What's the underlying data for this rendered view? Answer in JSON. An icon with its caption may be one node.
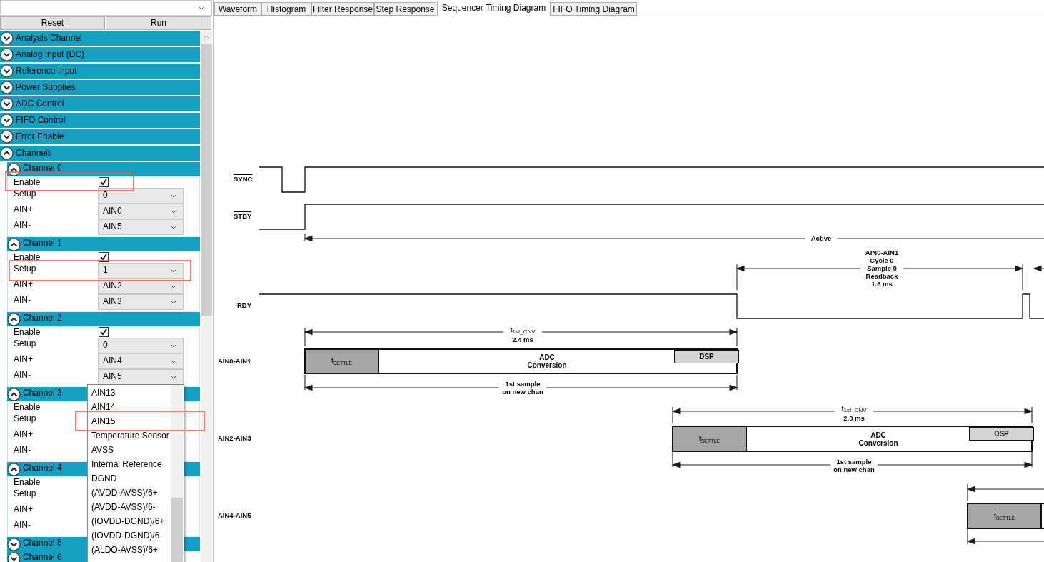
{
  "diagram": {
    "nodes": [
      {
        "text": [],
        "shape": "box"
      },
      {
        "text": [
          "Reset"
        ]
      },
      {
        "text": [
          "Run"
        ]
      },
      {
        "text": [
          "Analysis Channel"
        ]
      },
      {
        "text": [
          "Analog Input (DC)"
        ]
      },
      {
        "text": [
          "Reference Input"
        ]
      },
      {
        "text": [
          "Power Supplies"
        ]
      },
      {
        "text": [
          "ADC Control"
        ]
      },
      {
        "text": [
          "FIFO Control"
        ]
      },
      {
        "text": [
          "Error Enable"
        ]
      },
      {
        "text": [
          "Channels"
        ]
      },
      {
        "text": [
          "Channel 0"
        ]
      },
      {
        "text": [
          "0"
        ]
      },
      {
        "text": [
          "AIN0"
        ]
      },
      {
        "text": [
          "AIN5"
        ]
      },
      {
        "text": [
          "Channel 1"
        ]
      },
      {
        "text": [
          "1"
        ]
      },
      {
        "text": [
          "AIN2"
        ]
      },
      {
        "text": [
          "AIN3"
        ]
      },
      {
        "text": [
          "Channel 2"
        ]
      },
      {
        "text": [
          "0"
        ]
      },
      {
        "text": [
          "AIN4"
        ]
      },
      {
        "text": [
          "AIN5"
        ]
      },
      {
        "text": [
          "Channel 3"
        ]
      },
      {
        "text": [
          "Channel 4"
        ]
      },
      {
        "text": [
          "Channel 5"
        ]
      },
      {
        "text": [
          "Channel 6"
        ]
      },
      {
        "text": [
          "AIN13",
          "AIN14",
          "AIN15",
          "Temperature Sensor",
          "AVSS",
          "Internal Reference",
          "DGND",
          "(AVDD-AVSS)/6+",
          "(AVDD-AVSS)/6-",
          "(IOVDD-DGND)/6+",
          "(IOVDD-DGND)/6-",
          "(ALDO-AVSS)/6+"
        ]
      },
      {
        "text": [
          "Waveform"
        ]
      },
      {
        "text": [
          "Histogram"
        ]
      },
      {
        "text": [
          "Filter Response"
        ]
      },
      {
        "text": [
          "Step Response"
        ]
      },
      {
        "text": [
          "Sequencer Timing Diagram"
        ]
      },
      {
        "text": [
          "FIFO Timing Diagram"
        ]
      },
      {
        "text": [
          "t$_{SETTLE}$"
        ]
      },
      {
        "text": [
          "ADC Conversion"
        ]
      },
      {
        "text": [
          "DSP"
        ],
        "in": 35
      },
      {
        "text": [
          "t$_{SETTLE}$"
        ]
      },
      {
        "text": [
          "ADC Conversion"
        ]
      },
      {
        "text": [
          "DSP"
        ],
        "in": 38
      },
      {
        "text": [
          "t$_{SETTLE}$"
        ]
      }
    ],
    "labels": [
      "Enable",
      "Setup",
      "AIN+",
      "AIN-",
      "Enable",
      "Setup",
      "AIN+",
      "AIN-",
      "Enable",
      "Setup",
      "AIN+",
      "AIN-",
      "Enable",
      "Setup",
      "AIN+",
      "AIN-",
      "Enable",
      "Setup",
      "AIN+",
      "AIN-",
      "SYNC",
      "STBY",
      "Active",
      "AIN0-AIN1 Cycle 0 Sample 0 Readback 1.6 ms",
      "RDY",
      "t$_{1st_CNV}$ 2.4 ms",
      "AIN0-AIN1",
      "1st sample on new chan",
      "t$_{1st_CNV}$ 2.0 ms",
      "AIN2-AIN3",
      "1st sample on new chan",
      "AIN4-AIN5"
    ]
  }
}
